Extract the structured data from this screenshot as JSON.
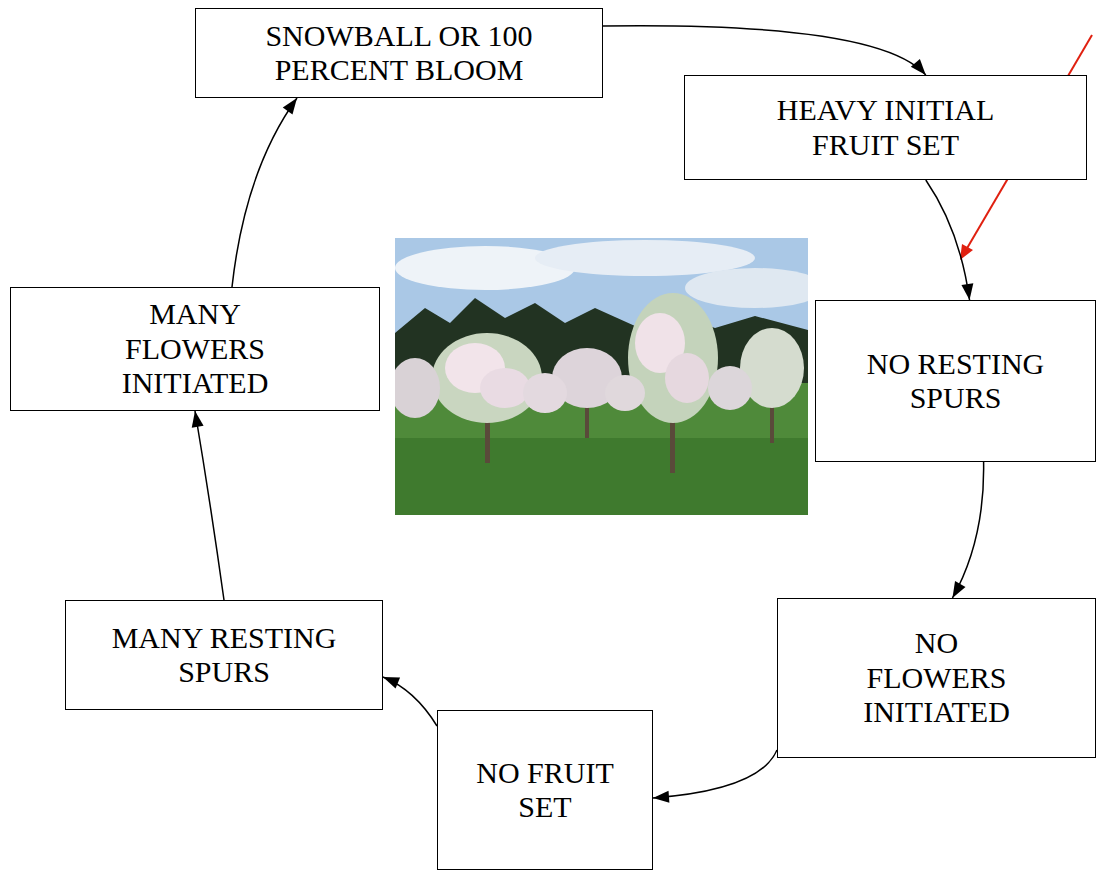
{
  "diagram": {
    "nodes": [
      {
        "text": [
          "SNOWBALL OR 100 PERCENT BLOOM"
        ]
      },
      {
        "text": [
          "HEAVY INITIAL FRUIT SET"
        ]
      },
      {
        "text": [
          "NO RESTING SPURS"
        ]
      },
      {
        "text": [
          "NO FLOWERS INITIATED"
        ]
      },
      {
        "text": [
          "NO FRUIT SET"
        ]
      },
      {
        "text": [
          "MANY RESTING SPURS"
        ]
      },
      {
        "text": [
          "MANY FLOWERS INITIATED"
        ]
      }
    ],
    "edges": [
      {
        "from": 0,
        "to": 1,
        "arrow": "to"
      },
      {
        "from": 1,
        "to": 2,
        "arrow": "to"
      },
      {
        "from": 2,
        "to": 3,
        "arrow": "to"
      },
      {
        "from": 3,
        "to": 4,
        "arrow": "to"
      },
      {
        "from": 4,
        "to": 5,
        "arrow": "to"
      },
      {
        "from": 5,
        "to": 6,
        "arrow": "to"
      },
      {
        "from": 6,
        "to": 0,
        "arrow": "to"
      }
    ]
  }
}
